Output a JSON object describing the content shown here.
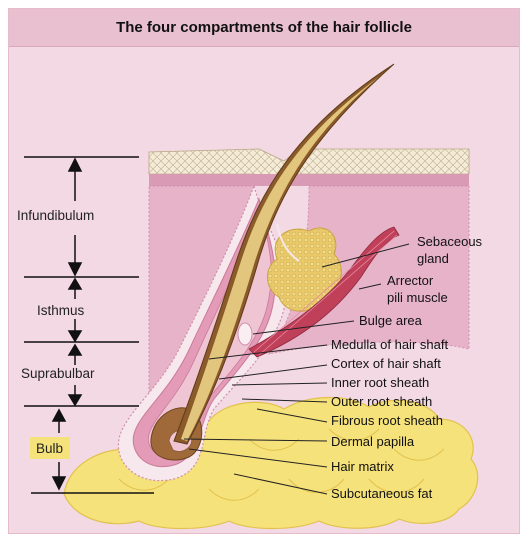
{
  "title": "The four compartments of the hair follicle",
  "compartments": [
    {
      "id": "infundibulum",
      "label": "Infundibulum"
    },
    {
      "id": "isthmus",
      "label": "Isthmus"
    },
    {
      "id": "suprabulbar",
      "label": "Suprabulbar"
    },
    {
      "id": "bulb",
      "label": "Bulb"
    }
  ],
  "labels": {
    "sebaceous_1": "Sebaceous",
    "sebaceous_2": "gland",
    "arrector_1": "Arrector",
    "arrector_2": "pili muscle",
    "bulge": "Bulge area",
    "medulla": "Medulla of hair shaft",
    "cortex": "Cortex of hair shaft",
    "inner_sheath": "Inner root sheath",
    "outer_sheath": "Outer root sheath",
    "fibrous_sheath": "Fibrous root sheath",
    "dermal_papilla": "Dermal papilla",
    "hair_matrix": "Hair matrix",
    "subcutaneous_fat": "Subcutaneous fat"
  },
  "colors": {
    "background": "#f3d9e3",
    "title_bar": "#e8c0cf",
    "dermis": "#e7b3c8",
    "fat": "#f6e27a",
    "hair_shaft": "#8b5a2b",
    "medulla": "#f1d98c",
    "muscle": "#c0405a"
  }
}
